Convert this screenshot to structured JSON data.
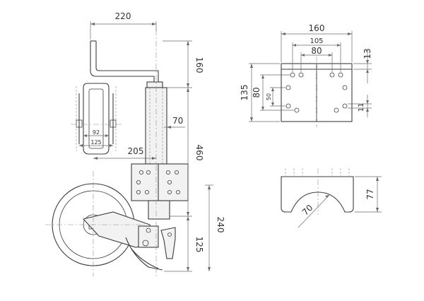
{
  "dimensions": {
    "crank_width": "220",
    "crank_height": "160",
    "top_tube_offset": "70",
    "tube_length": "460",
    "wheel_offset": "205",
    "side_wheel_inner": "92",
    "side_wheel_outer": "125",
    "clamp_travel": "240",
    "ground_clearance": "125",
    "plate_width": "160",
    "plate_holes_outer": "105",
    "plate_holes_inner": "80",
    "plate_height": "135",
    "plate_holes_vert_outer": "80",
    "plate_holes_vert_inner": "50",
    "plate_top_offset": "13",
    "plate_hole_size": "11",
    "saddle_height": "77",
    "saddle_radius": "70"
  }
}
